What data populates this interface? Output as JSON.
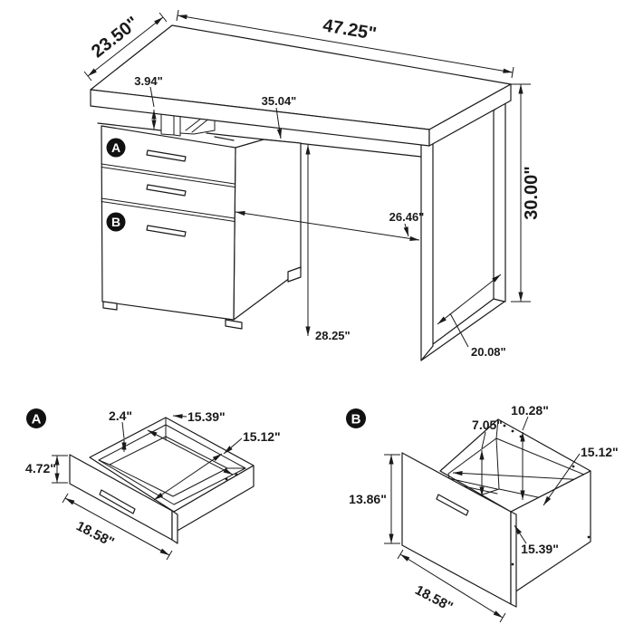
{
  "colors": {
    "line": "#1a1a1a",
    "background": "#ffffff",
    "badge_bg": "#111111",
    "badge_text": "#ffffff"
  },
  "desk": {
    "badge_a": "A",
    "badge_b": "B",
    "width_label": "47.25\"",
    "depth_label": "23.50\"",
    "height_label": "30.00\"",
    "pedestal_gap_label": "3.94\"",
    "underside_width_label": "35.04\"",
    "knee_width_label": "26.46\"",
    "knee_height_label": "28.25\"",
    "leg_depth_label": "20.08\""
  },
  "drawer_a": {
    "badge": "A",
    "wall_lip_label": "2.4\"",
    "interior_width_label": "15.39\"",
    "interior_depth_label": "15.12\"",
    "front_height_label": "4.72\"",
    "front_width_label": "18.58\""
  },
  "drawer_b": {
    "badge": "B",
    "rail_height_label": "7.05\"",
    "interior_height_label": "10.28\"",
    "interior_depth_label": "15.12\"",
    "front_height_label": "13.86\"",
    "interior_width_label": "15.39\"",
    "front_width_label": "18.58\""
  }
}
